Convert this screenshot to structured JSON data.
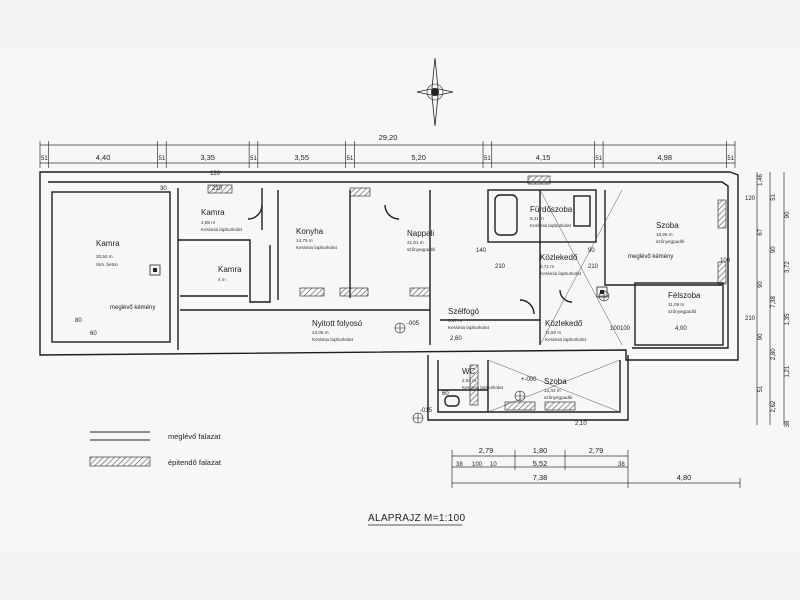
{
  "colors": {
    "paper": "#f7f7f5",
    "ink": "#1e1e1e",
    "dim_ink": "#3a3a3a",
    "hatch": "#5a5a5a"
  },
  "title": "ALAPRAJZ M=1:100",
  "icons": [
    "compass-rose-icon",
    "level-marker-icon",
    "chimney-icon"
  ],
  "rooms": [
    {
      "name": "Kamra",
      "area": "20,50 m",
      "finish": "Sim. beton"
    },
    {
      "name": "Kamra",
      "area": "4,88 m",
      "finish": "Kerámia lapburkolat"
    },
    {
      "name": "Kamra",
      "area": "4 m"
    },
    {
      "name": "Konyha",
      "area": "14,75 m",
      "finish": "Kerámia lapburkolat"
    },
    {
      "name": "Nappali",
      "area": "21,61 m",
      "finish": "szőnyegpadló"
    },
    {
      "name": "Fürdőszoba",
      "area": "8,11 m",
      "finish": "Kerámia lapburkolat"
    },
    {
      "name": "Szoba",
      "area": "18,95 m",
      "finish": "szőnyegpadló"
    },
    {
      "name": "Közlekedő",
      "area": "6,71 m",
      "finish": "Kerámia lapburkolat"
    },
    {
      "name": "Félszoba",
      "area": "11,09 m",
      "finish": "szőnyegpadló"
    },
    {
      "name": "Nyitott folyosó",
      "area": "23,05 m",
      "finish": "Kerámia lapburkolat"
    },
    {
      "name": "Szélfogó",
      "area": "3,47 m",
      "finish": "Kerámia lapburkolat"
    },
    {
      "name": "Közlekedő",
      "area": "11,60 m",
      "finish": "Kerámia lapburkolat"
    },
    {
      "name": "WC",
      "area": "2,62 m",
      "finish": "Kerámia lapburkolat"
    },
    {
      "name": "Szoba",
      "area": "14,43 m",
      "finish": "szőnyegpadló"
    }
  ],
  "notes": {
    "chimney": "meglévő kémény",
    "level_1": "-005",
    "level_2": "-015",
    "level_3": "+-000"
  },
  "top_dims": {
    "total": "29,20",
    "segments": [
      "51",
      "4,40",
      "51",
      "3,35",
      "51",
      "3,55",
      "51",
      "5,20",
      "51",
      "4,15",
      "51",
      "4,98",
      "51"
    ]
  },
  "right_dims": [
    "1,46",
    "51",
    "90",
    "67",
    "90",
    "3,72",
    "90",
    "7,38",
    "1,35",
    "90",
    "2,80",
    "1,21",
    "51",
    "2,62",
    "38"
  ],
  "bottom_dims": {
    "row1": [
      "2,79",
      "1,80",
      "2,79"
    ],
    "row2": [
      "38",
      "100",
      "10",
      "5,52",
      "38"
    ],
    "total": "7,38",
    "side": "4,80"
  },
  "opening_dims": [
    "120",
    "210",
    "140",
    "210",
    "90",
    "210",
    "100",
    "210",
    "80",
    "60",
    "100",
    "120",
    "30",
    "60",
    "4,00",
    "2,10",
    "2,60",
    "100"
  ],
  "legend": [
    {
      "label": "meglévő falazat"
    },
    {
      "label": "épitendő falazat"
    }
  ]
}
